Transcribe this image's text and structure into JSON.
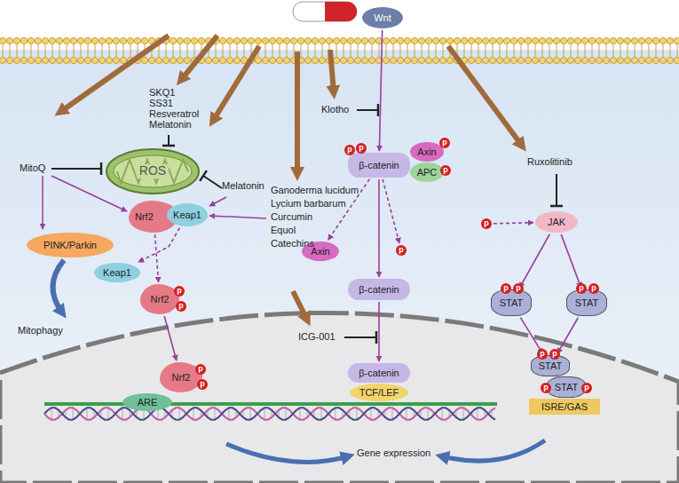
{
  "diagram": {
    "nodes": [
      {
        "text": [
          "Wnt"
        ]
      },
      {
        "text": [
          "ROS"
        ]
      },
      {
        "text": [
          "Nrf2"
        ]
      },
      {
        "text": [
          "Keap1"
        ]
      },
      {
        "text": [
          "PINK/Parkin"
        ]
      },
      {
        "text": [
          "Keap1"
        ]
      },
      {
        "text": [
          "Nrf2"
        ]
      },
      {
        "text": [
          "p"
        ],
        "in": 6
      },
      {
        "text": [
          "p"
        ],
        "in": 6
      },
      {
        "text": [
          "β-catenin"
        ]
      },
      {
        "text": [
          "p"
        ],
        "in": 9
      },
      {
        "text": [
          "p"
        ],
        "in": 9
      },
      {
        "text": [
          "Axin"
        ]
      },
      {
        "text": [
          "p"
        ],
        "in": 12
      },
      {
        "text": [
          "APC"
        ]
      },
      {
        "text": [
          "p"
        ],
        "in": 14
      },
      {
        "text": [
          "Axin"
        ]
      },
      {
        "text": [
          "p"
        ]
      },
      {
        "text": [
          "β-catenin"
        ]
      },
      {
        "text": [
          "JAK"
        ]
      },
      {
        "text": [
          "p"
        ]
      },
      {
        "text": [
          "STAT"
        ]
      },
      {
        "text": [
          "p"
        ],
        "in": 21
      },
      {
        "text": [
          "p"
        ],
        "in": 21
      },
      {
        "text": [
          "STAT"
        ]
      },
      {
        "text": [
          "p"
        ],
        "in": 24
      },
      {
        "text": [
          "p"
        ],
        "in": 24
      },
      {
        "text": [
          "Nrf2"
        ]
      },
      {
        "text": [
          "p"
        ],
        "in": 27
      },
      {
        "text": [
          "p"
        ],
        "in": 27
      },
      {
        "text": [
          "ARE"
        ]
      },
      {
        "text": [
          "β-catenin"
        ]
      },
      {
        "text": [
          "TCF/LEF"
        ]
      },
      {
        "text": [
          "STAT"
        ]
      },
      {
        "text": [
          "p"
        ],
        "in": 33
      },
      {
        "text": [
          "p"
        ],
        "in": 33
      },
      {
        "text": [
          "STAT"
        ]
      },
      {
        "text": [
          "p"
        ],
        "in": 36
      },
      {
        "text": [
          "p"
        ],
        "in": 36
      },
      {
        "text": [
          "ISRE/GAS"
        ]
      }
    ],
    "edges": [
      {
        "from": 0,
        "to": 9,
        "arrow": "to"
      },
      {
        "from": 9,
        "to": 16,
        "arrow": "to"
      },
      {
        "from": 9,
        "to": 17,
        "arrow": "to"
      },
      {
        "from": 9,
        "to": 18,
        "arrow": "to"
      },
      {
        "from": 18,
        "to": 31,
        "arrow": "to"
      },
      {
        "from": 3,
        "to": 5,
        "arrow": "to"
      },
      {
        "from": 2,
        "to": 6,
        "arrow": "to"
      },
      {
        "from": 6,
        "to": 27,
        "arrow": "to"
      },
      {
        "from": 19,
        "to": 21,
        "arrow": "to"
      },
      {
        "from": 19,
        "to": 24,
        "arrow": "to"
      },
      {
        "from": 20,
        "to": 19,
        "arrow": "to"
      },
      {
        "from": 21,
        "to": 33,
        "arrow": "to"
      },
      {
        "from": 24,
        "to": 33,
        "arrow": "to"
      }
    ],
    "labels": [
      "MitoQ",
      "SKQ1",
      "SS31",
      "Resveratrol",
      "Melatonin",
      "Melatonin",
      "Ganoderma lucidum",
      "Lycium barbarum",
      "Curcumin",
      "Equol",
      "Catechins",
      "Mitophagy",
      "Klotho",
      "ICG-001",
      "Ruxolitinib",
      "Gene expression"
    ]
  }
}
